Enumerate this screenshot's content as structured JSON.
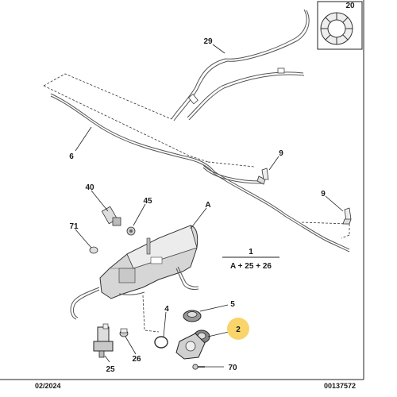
{
  "labels": {
    "part_29": "29",
    "part_20": "20",
    "part_6": "6",
    "part_9a": "9",
    "part_9b": "9",
    "part_40": "40",
    "part_45": "45",
    "part_A": "A",
    "part_71": "71",
    "part_1": "1",
    "part_4": "4",
    "part_5": "5",
    "part_2": "2",
    "part_26": "26",
    "part_25": "25",
    "part_70": "70"
  },
  "formula": "A + 25 + 26",
  "footer": {
    "date": "02/2024",
    "ref": "00137572"
  },
  "colors": {
    "highlight": "#f8d46a",
    "line": "#222222"
  }
}
